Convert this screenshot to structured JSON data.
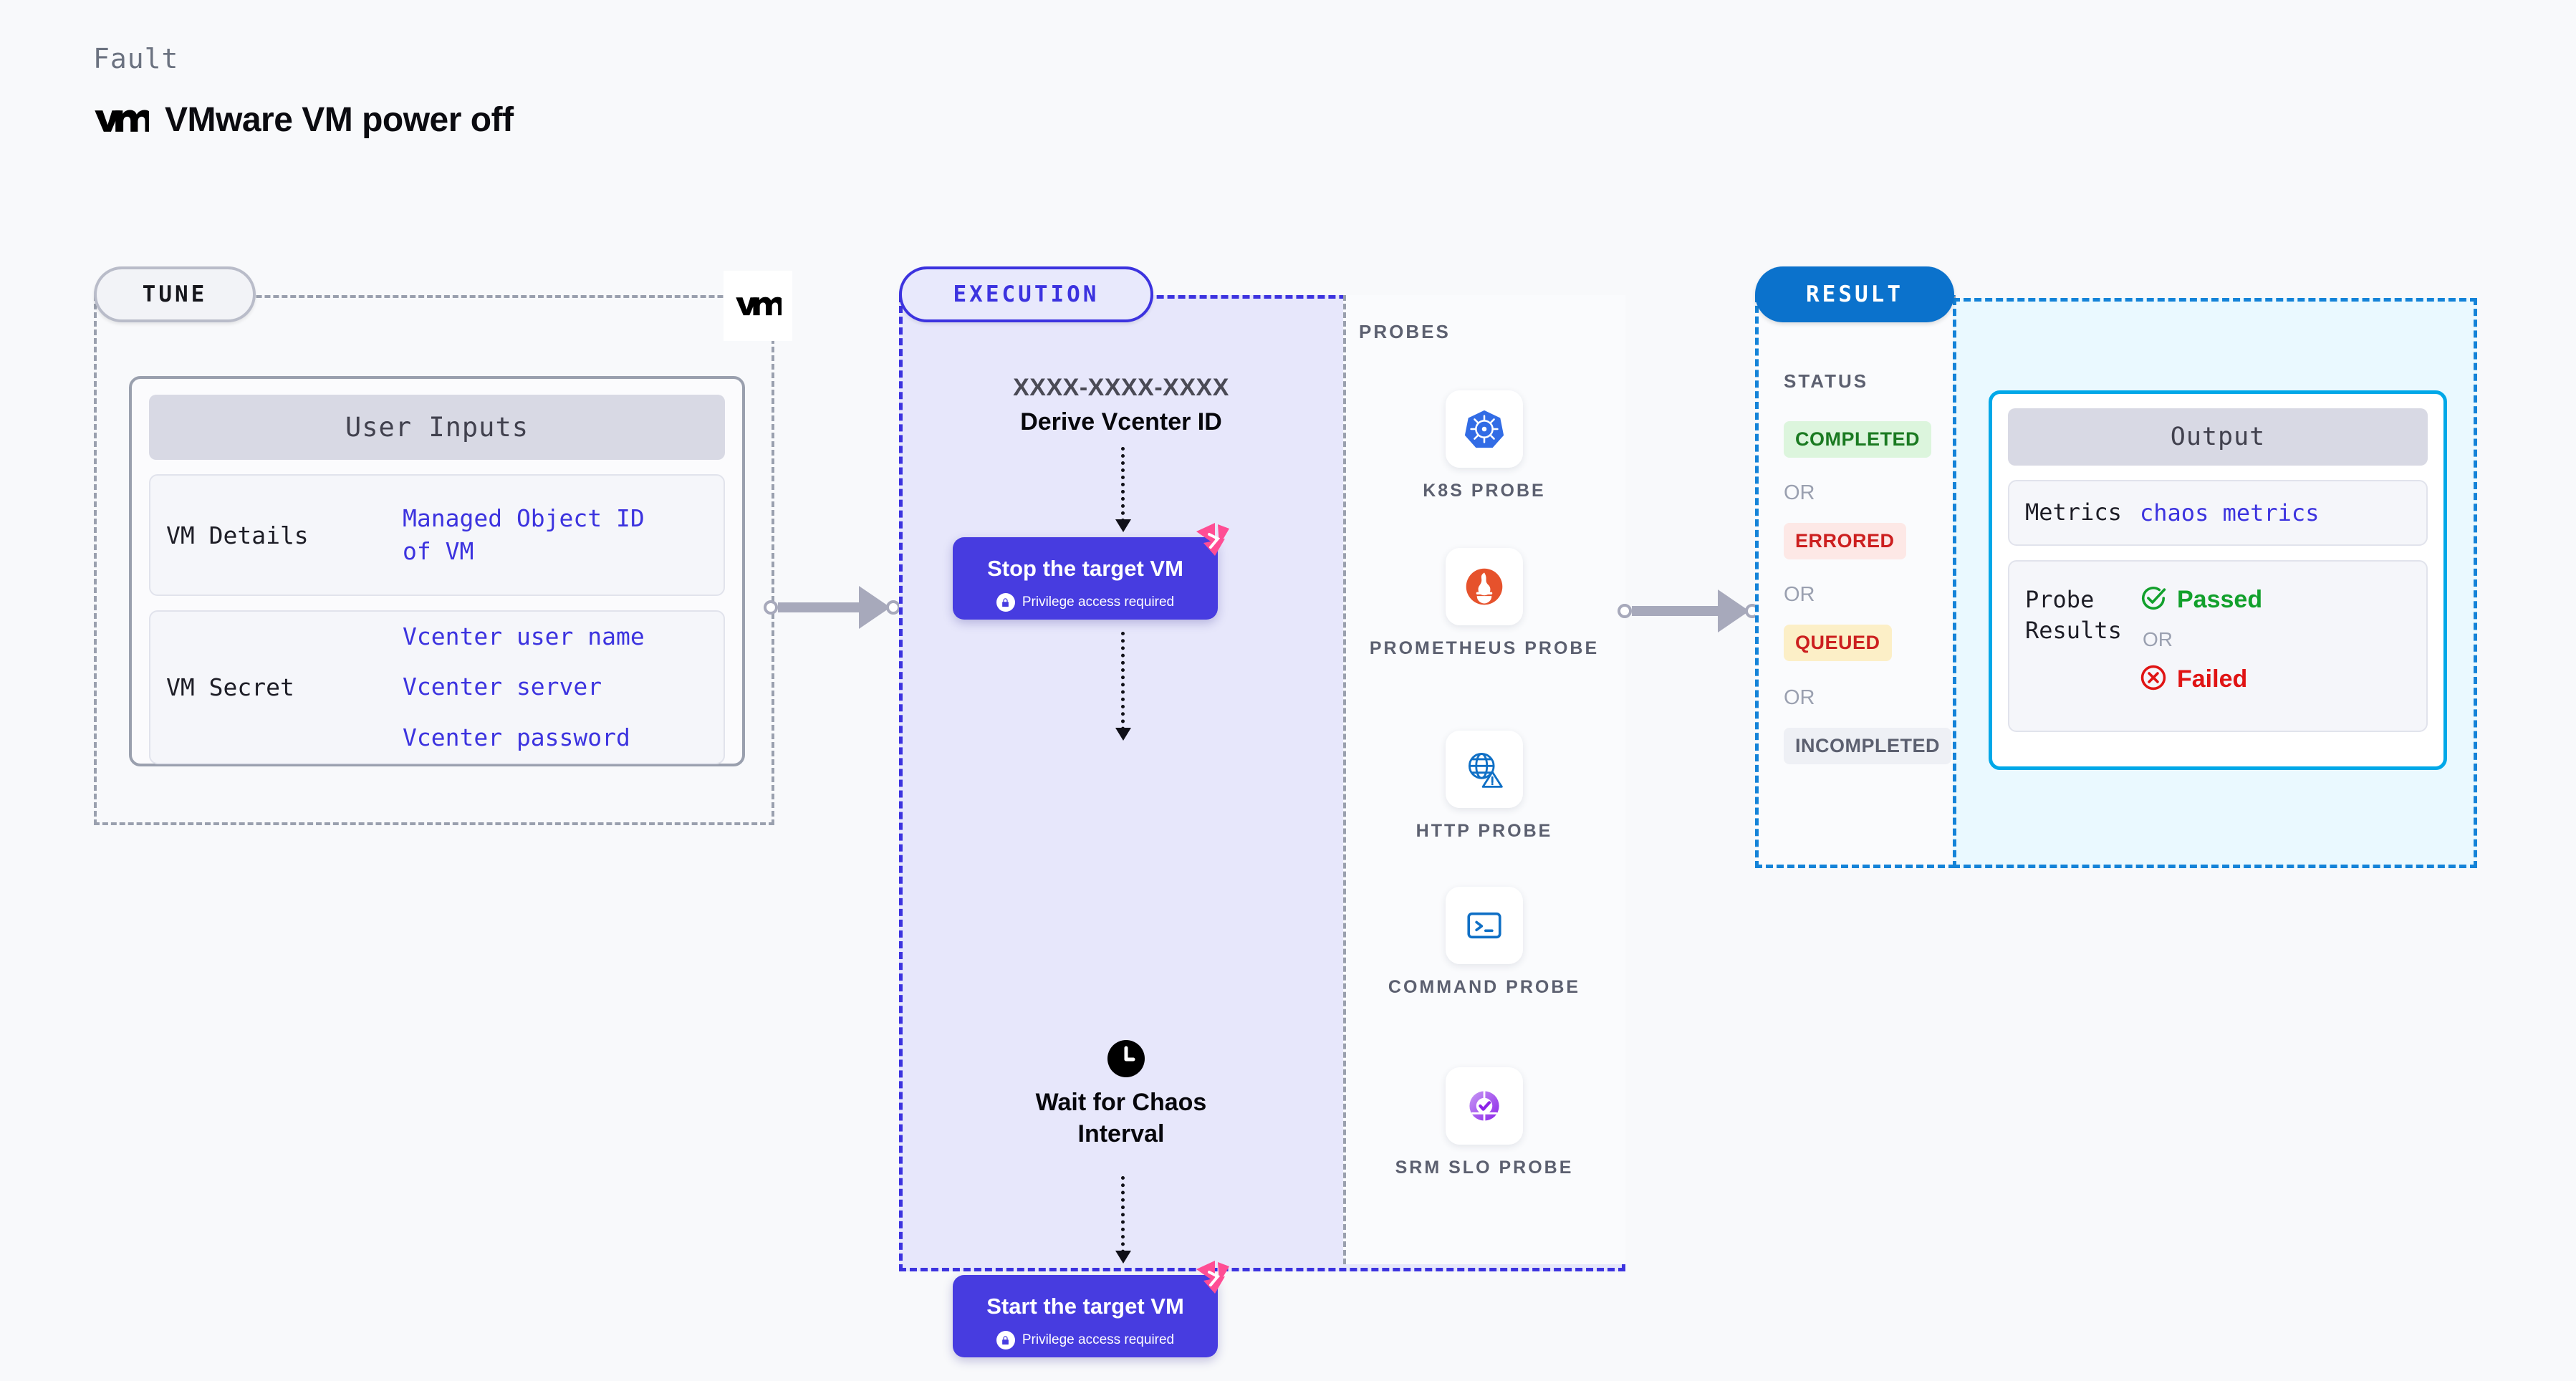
{
  "header": {
    "eyebrow": "Fault",
    "title": "VMware VM power off",
    "logo_icon": "vmware-vm-logo-icon"
  },
  "tune": {
    "badge": "TUNE",
    "panel_title": "User Inputs",
    "rows": [
      {
        "key": "VM Details",
        "values": [
          "Managed Object ID",
          "of VM"
        ]
      },
      {
        "key": "VM Secret",
        "values": [
          "Vcenter user name",
          "Vcenter server",
          "Vcenter password"
        ]
      }
    ]
  },
  "execution": {
    "badge": "EXECUTION",
    "derive_id": "XXXX-XXXX-XXXX",
    "derive_label": "Derive Vcenter ID",
    "steps": [
      {
        "title": "Stop the target VM",
        "note": "Privilege access required"
      },
      {
        "title": "Start the target VM",
        "note": "Privilege access required"
      }
    ],
    "wait": {
      "icon": "clock-icon",
      "label": "Wait for Chaos Interval"
    }
  },
  "probes": {
    "label": "PROBES",
    "items": [
      {
        "label": "K8S PROBE",
        "icon": "kubernetes-icon"
      },
      {
        "label": "PROMETHEUS PROBE",
        "icon": "prometheus-icon"
      },
      {
        "label": "HTTP PROBE",
        "icon": "http-globe-warning-icon"
      },
      {
        "label": "COMMAND PROBE",
        "icon": "terminal-icon"
      },
      {
        "label": "SRM SLO PROBE",
        "icon": "srm-slo-icon"
      }
    ]
  },
  "result": {
    "badge": "RESULT",
    "status_label": "STATUS",
    "or_label": "OR",
    "statuses": [
      {
        "text": "COMPLETED",
        "color": "#1a7a21",
        "bg": "#dcf5dd"
      },
      {
        "text": "ERRORED",
        "color": "#cc1f1f",
        "bg": "#fde8e6"
      },
      {
        "text": "QUEUED",
        "color": "#cc1f1f",
        "bg": "#fcefc7"
      },
      {
        "text": "INCOMPLETED",
        "color": "#5c6070",
        "bg": "#eef0f5"
      }
    ]
  },
  "output": {
    "panel_title": "Output",
    "metrics_key": "Metrics",
    "metrics_value": "chaos metrics",
    "probe_results_key": "Probe Results",
    "passed": "Passed",
    "failed": "Failed",
    "or_label": "OR"
  },
  "colors": {
    "accent_purple": "#3c33df",
    "accent_blue": "#1483d8",
    "link_blue": "#3c33df",
    "pass_green": "#12a02c",
    "fail_red": "#e01414"
  }
}
